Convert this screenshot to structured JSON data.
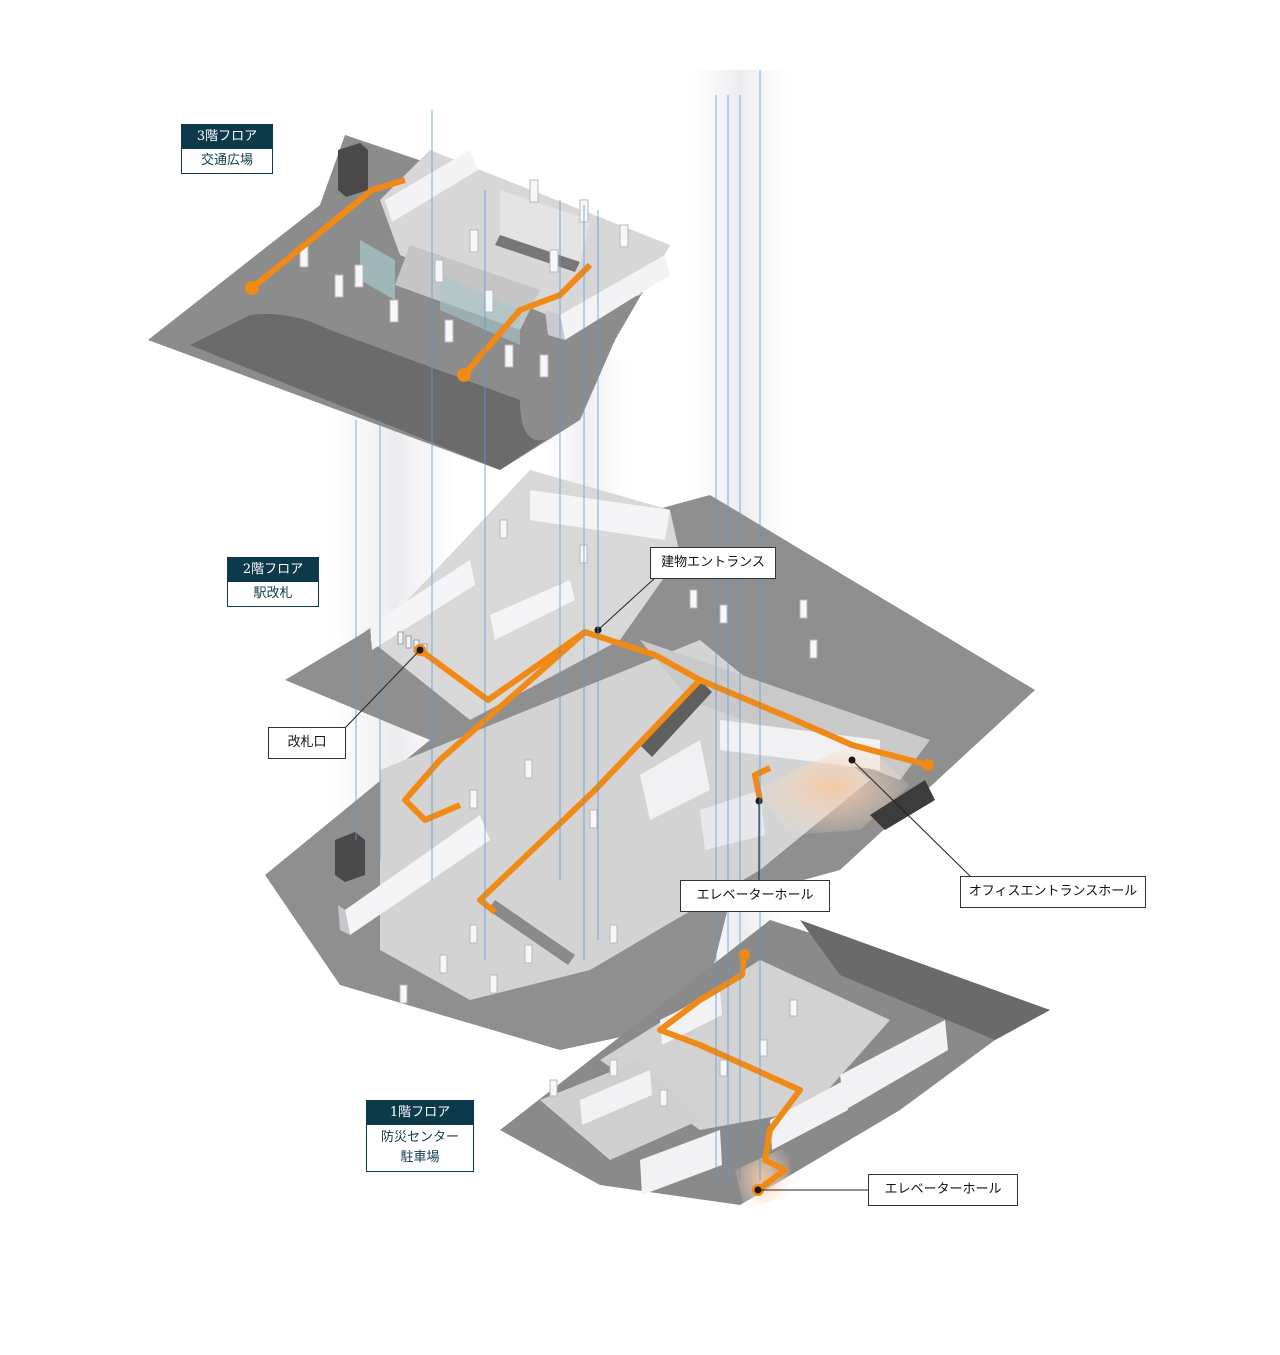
{
  "floors": {
    "f3": {
      "title": "3階フロア",
      "sub": [
        "交通広場"
      ]
    },
    "f2": {
      "title": "2階フロア",
      "sub": [
        "駅改札"
      ]
    },
    "f1": {
      "title": "1階フロア",
      "sub": [
        "防災センター",
        "駐車場"
      ]
    }
  },
  "callouts": {
    "building_entrance": "建物エントランス",
    "ticket_gate": "改札口",
    "elevator_hall_2f": "エレベーターホール",
    "office_entrance_hall": "オフィスエントランスホール",
    "elevator_hall_1f": "エレベーターホール"
  },
  "colors": {
    "route": "#f08a14",
    "slab_dark": "#8a8a8a",
    "slab_light": "#d9d9d9",
    "wall": "#f4f4f6",
    "badge": "#0d3a4a",
    "shaft_line": "#5b9bd5"
  }
}
